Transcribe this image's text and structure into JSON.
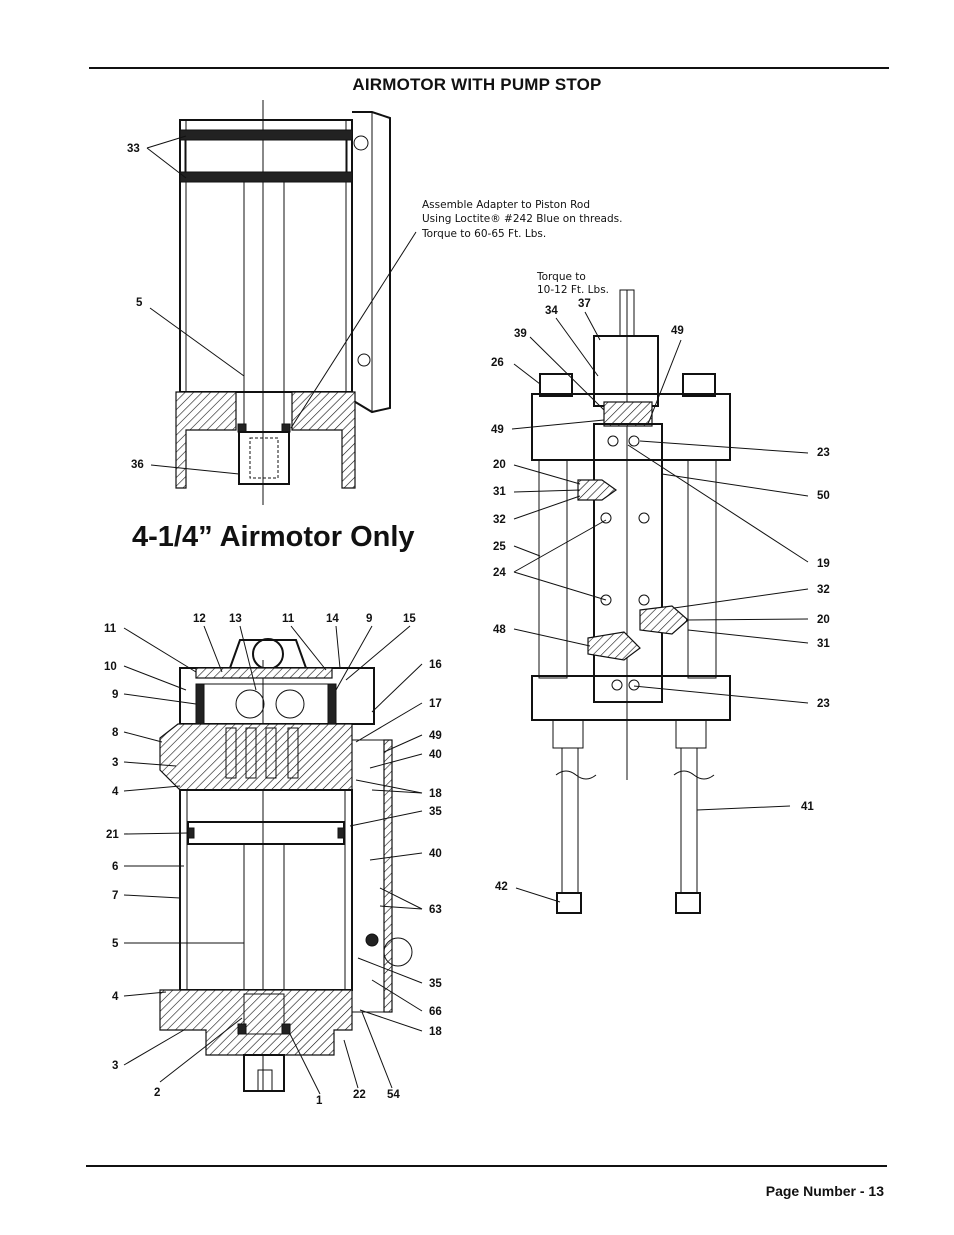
{
  "page": {
    "title": "AIRMOTOR WITH PUMP STOP",
    "footer": "Page Number - 13"
  },
  "diagram_top": {
    "caption": "4-1/4” Airmotor Only",
    "note_lines": [
      "Assemble Adapter to Piston Rod",
      "Using Loctite® #242 Blue on threads.",
      "Torque to 60-65 Ft. Lbs."
    ],
    "callouts": [
      "33",
      "5",
      "36"
    ]
  },
  "diagram_right": {
    "note_lines": [
      "Torque to",
      "10-12 Ft. Lbs."
    ],
    "callouts": [
      "34",
      "37",
      "39",
      "49",
      "26",
      "49",
      "23",
      "20",
      "31",
      "50",
      "32",
      "25",
      "24",
      "19",
      "32",
      "20",
      "48",
      "31",
      "23",
      "41",
      "42"
    ]
  },
  "diagram_bottom": {
    "callouts": [
      "11",
      "12",
      "13",
      "11",
      "14",
      "9",
      "15",
      "10",
      "16",
      "9",
      "17",
      "8",
      "49",
      "40",
      "3",
      "18",
      "4",
      "35",
      "21",
      "40",
      "6",
      "7",
      "63",
      "5",
      "35",
      "4",
      "66",
      "18",
      "3",
      "2",
      "1",
      "22",
      "54"
    ]
  }
}
